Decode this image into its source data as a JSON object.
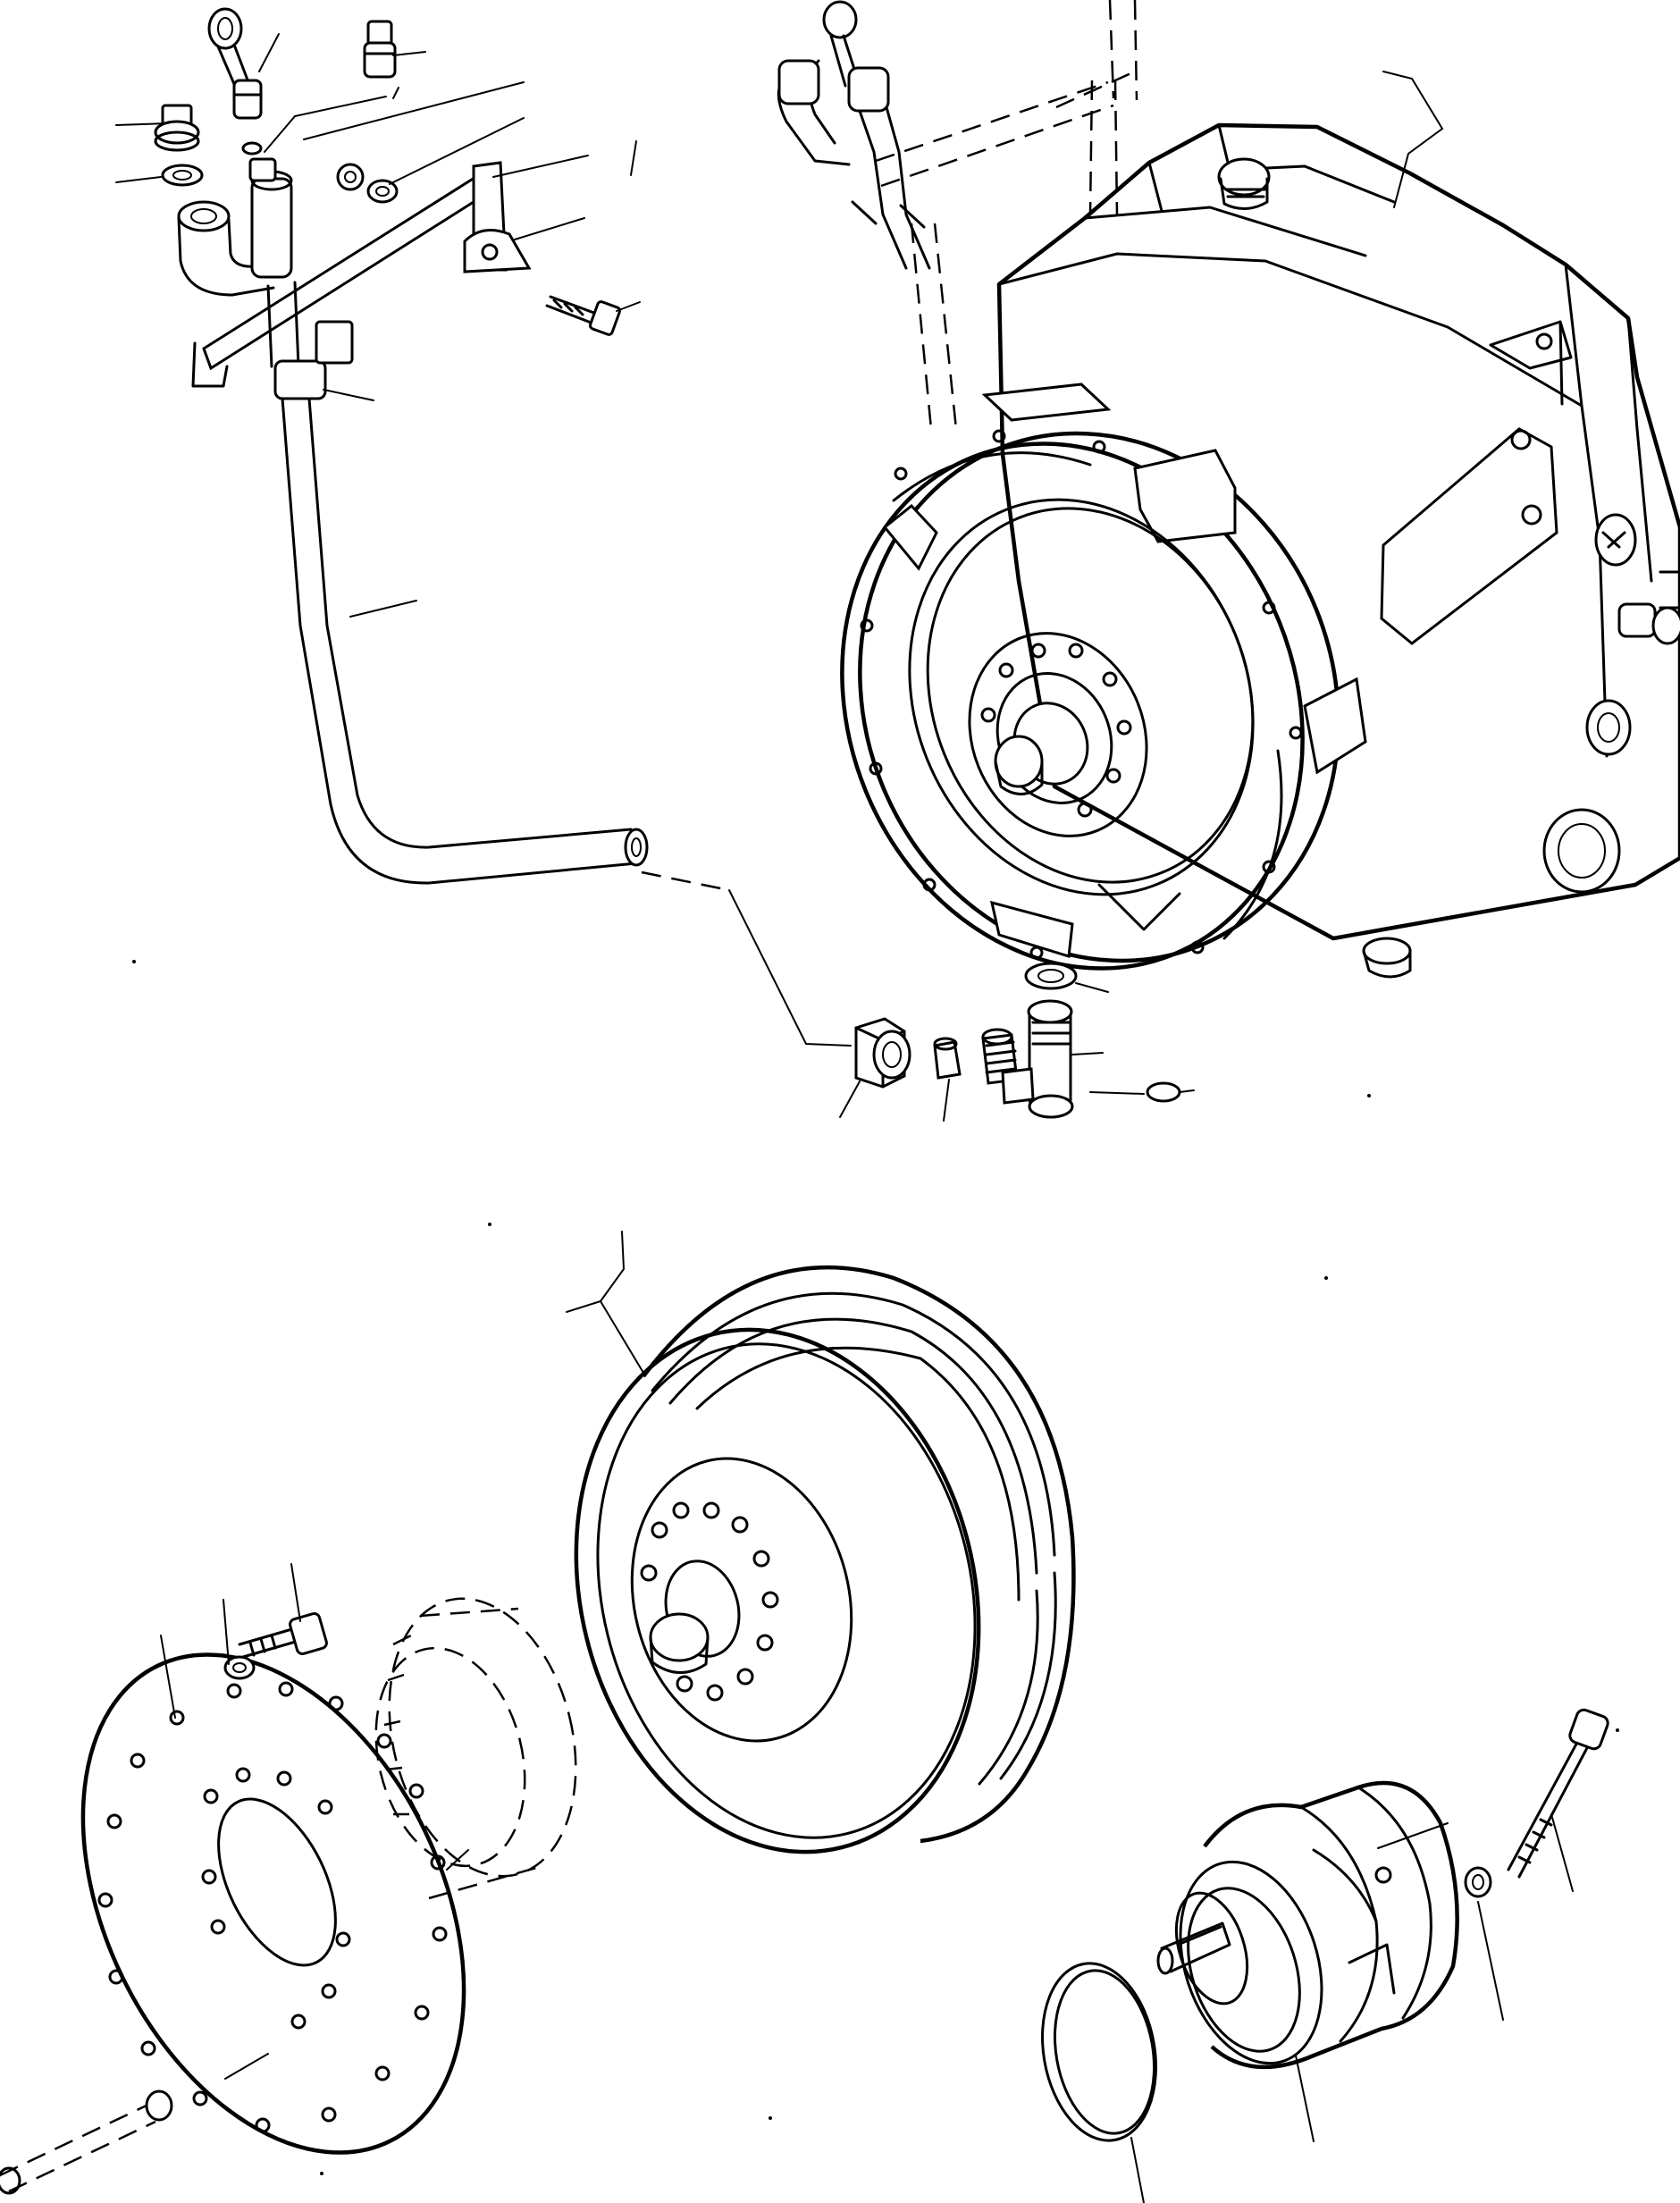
{
  "drawing": {
    "colors": {
      "ink": "#000000",
      "paper": "#ffffff"
    },
    "views": [
      {
        "id": "transmission-upper-view",
        "parts": [
          "dipstick-tube-assembly",
          "transmission-housing",
          "oil-fitting-set"
        ]
      },
      {
        "id": "converter-lower-view",
        "parts": [
          "torque-converter",
          "flex-plate",
          "pump-assembly"
        ]
      }
    ]
  }
}
